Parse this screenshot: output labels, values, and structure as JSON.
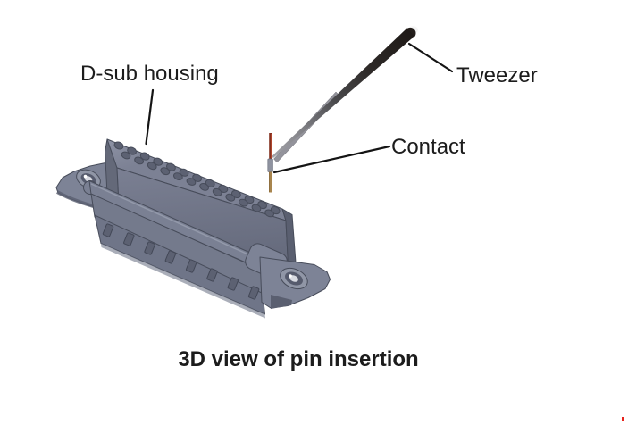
{
  "figure": {
    "caption": "3D view of pin insertion",
    "labels": {
      "housing": "D-sub housing",
      "tweezer": "Tweezer",
      "contact": "Contact"
    },
    "graphics": {
      "subject": "d-sub-25-socket-housing-with-tweezer-inserting-contact",
      "pin_holes_row1": 13,
      "pin_holes_row2": 12,
      "skirt_slots": 8
    },
    "colors": {
      "background": "#ffffff",
      "text": "#1c1c1c",
      "leader_line": "#141414",
      "body_main": "#747a8c",
      "body_top": "#82879a",
      "body_side": "#646979",
      "body_dark": "#5a5f70",
      "body_edge": "#474c5a",
      "hole_fill": "#5c6172",
      "flange": "#7d8396",
      "flange_ring": "#9096a6",
      "rail": "#7a8093",
      "skirt": "#6f7588",
      "tweezer_dark": "#241e1b",
      "tweezer_light": "#a2a2a8",
      "pin_red": "#84301f",
      "pin_band": "#8f93a0",
      "pin_gold": "#a8854e",
      "artifact_red": "#e8221c"
    }
  }
}
